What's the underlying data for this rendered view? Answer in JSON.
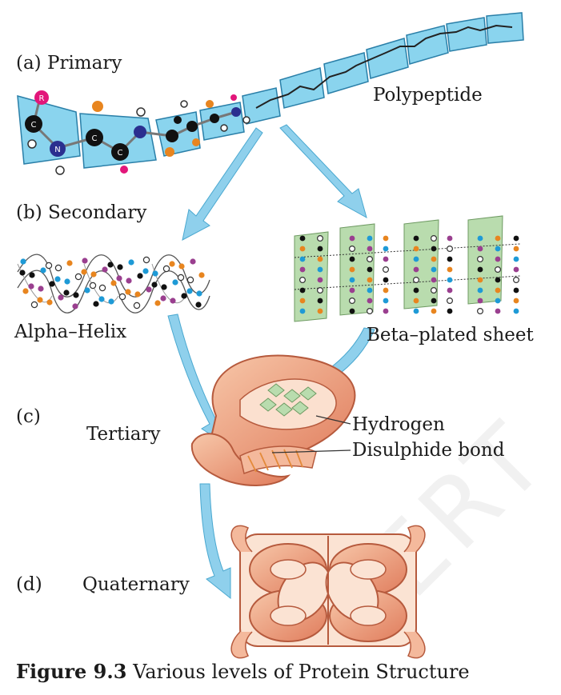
{
  "labels": {
    "primary": "(a) Primary",
    "polypeptide": "Polypeptide",
    "secondary": "(b) Secondary",
    "alpha_helix": "Alpha–Helix",
    "beta_sheet": "Beta–plated sheet",
    "tertiary_letter": "(c)",
    "tertiary": "Tertiary",
    "hydrogen": "Hydrogen",
    "disulphide": "Disulphide bond",
    "quaternary_letter": "(d)",
    "quaternary": "Quaternary"
  },
  "atoms": {
    "r": "R",
    "c": "C",
    "n": "N"
  },
  "caption": {
    "figure": "Figure 9.3",
    "text": "Various levels of Protein Structure"
  },
  "watermark": "CERT",
  "colors": {
    "chain_fill": "#8ad4ee",
    "chain_stroke": "#2a7fa8",
    "arrow": "#8fd0ec",
    "sheet_fill": "#b9dcae",
    "ribbon": "#e9957a",
    "carbon": "#111111",
    "nitrogen": "#2a2f8f",
    "r_group": "#e2167a",
    "orange_atom": "#e8851f",
    "blue_atom": "#1e9ad6",
    "purple_atom": "#9a3f8f"
  }
}
